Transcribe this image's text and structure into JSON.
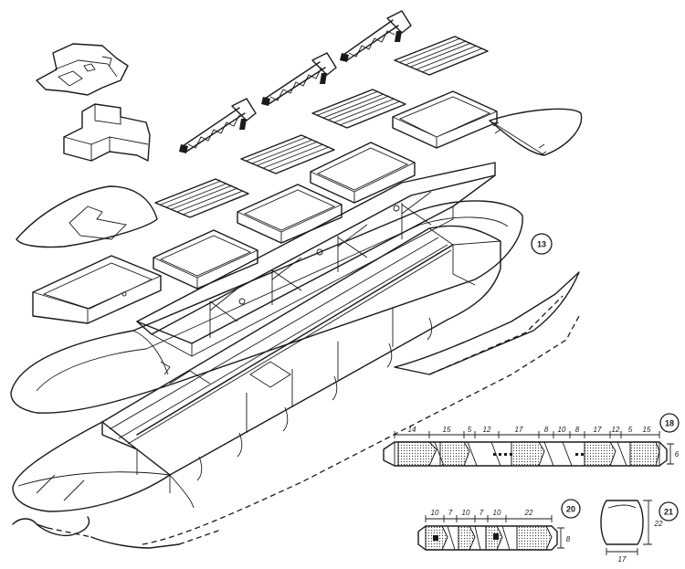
{
  "callouts": {
    "main": "13",
    "part18": "18",
    "part20": "20",
    "part21": "21"
  },
  "part18_dims": [
    "14",
    "15",
    "5",
    "12",
    "17",
    "8",
    "10",
    "8",
    "17",
    "12",
    "5",
    "15"
  ],
  "part18_height": "6",
  "part20_dims": [
    "10",
    "7",
    "10",
    "7",
    "10",
    "22"
  ],
  "part20_height": "8",
  "part21_height": "22",
  "part21_width": "17"
}
